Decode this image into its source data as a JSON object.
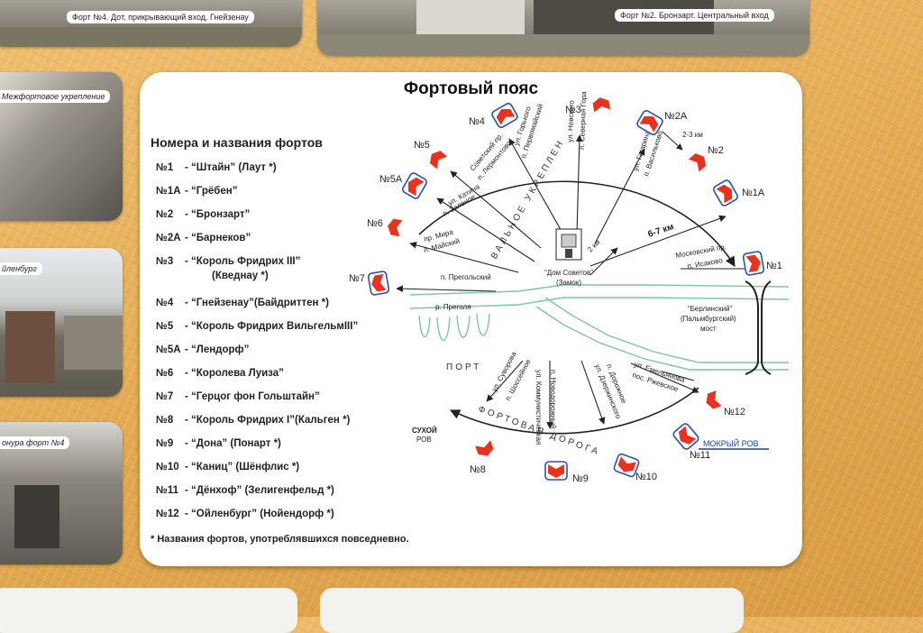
{
  "title": "Фортовый пояс",
  "subtitle": "Номера и названия фортов",
  "forts": [
    {
      "num": "№1",
      "name": "- “Штайн” (Лаут *)"
    },
    {
      "num": "№1А",
      "name": "- “Грёбен”"
    },
    {
      "num": "№2",
      "name": "- “Бронзарт”"
    },
    {
      "num": "№2А",
      "name": "- “Барнеков”"
    },
    {
      "num": "№3",
      "name": "- “Король Фридрих III”"
    },
    {
      "num": "",
      "name": "(Кведнау *)"
    },
    {
      "num": "№4",
      "name": "- “Гнейзенау”(Байдриттен *)"
    },
    {
      "num": "№5",
      "name": "- “Король Фридрих ВильгельмIII”"
    },
    {
      "num": "№5А",
      "name": "- “Лендорф”"
    },
    {
      "num": "№6",
      "name": "- “Королева Луиза”"
    },
    {
      "num": "№7",
      "name": "- “Герцог фон Гольштайн”"
    },
    {
      "num": "№8",
      "name": "- “Король Фридрих I”(Кальген *)"
    },
    {
      "num": "№9",
      "name": "- “Дона” (Понарт *)"
    },
    {
      "num": "№10",
      "name": "- “Каниц” (Шёнфлис *)"
    },
    {
      "num": "№11",
      "name": "- “Дёнхоф” (Зелигенфельд *)"
    },
    {
      "num": "№12",
      "name": "- “Ойленбург” (Нойендорф *)"
    }
  ],
  "footnote": "* Названия фортов, употреблявшихся повседневно.",
  "photo_captions": {
    "top_left": "Форт №4. Дот, прикрывающий вход. Гнейзенау",
    "top_right": "Форт №2. Бронзарт. Центральный вход",
    "left_1": "Межфортовое укрепление",
    "left_2": "йленбург",
    "left_3": "онура форт №4"
  },
  "map": {
    "fort_labels": [
      "№1",
      "№1А",
      "№2",
      "№2А",
      "№3",
      "№4",
      "№5",
      "№5А",
      "№6",
      "№7",
      "№8",
      "№9",
      "№10",
      "№11",
      "№12"
    ],
    "center_label": "“Дом Советов”",
    "center_sub": "(Замок)",
    "distance_1": "2 км",
    "distance_2": "6-7 км",
    "distance_3": "2-3 км",
    "inner_ring": "ВАЛЬНОЕ УКРЕПЛЕН",
    "outer_road": "ФОРТОВАЯ ДОРОГА",
    "port": "ПОРТ",
    "river": "р. Преголя",
    "bridge_1": "“Берлинский”",
    "bridge_2": "(Пальмбургский)",
    "bridge_3": "мост",
    "dry_moat_1": "СУХОЙ",
    "dry_moat_2": "РОВ",
    "wet_moat": "МОКРЫЙ РОВ",
    "streets": [
      "ул. Горького",
      "п. Первомайский",
      "ул. Невского",
      "п. Северная Гора",
      "ул. Гагарина",
      "п. Васильково",
      "Советский пр.",
      "п. Лермонтово",
      "ул. Катина",
      "п. Зеленое",
      "пр. Мира",
      "п. Майский",
      "п. Прегольский",
      "Московский пр.",
      "п. Исаково",
      "ул. Суворова",
      "п. Шоссейное",
      "ул. Коммунистическая",
      "п. Новодорожный",
      "ул. Дзержинского",
      "п. Дорожное",
      "ул. Емельянова",
      "пос. Ржевское"
    ]
  },
  "colors": {
    "fort_red": "#e8321e",
    "fort_blue": "#2c4fb4",
    "river_green": "#7cc6a0",
    "board": "#e9b561"
  }
}
